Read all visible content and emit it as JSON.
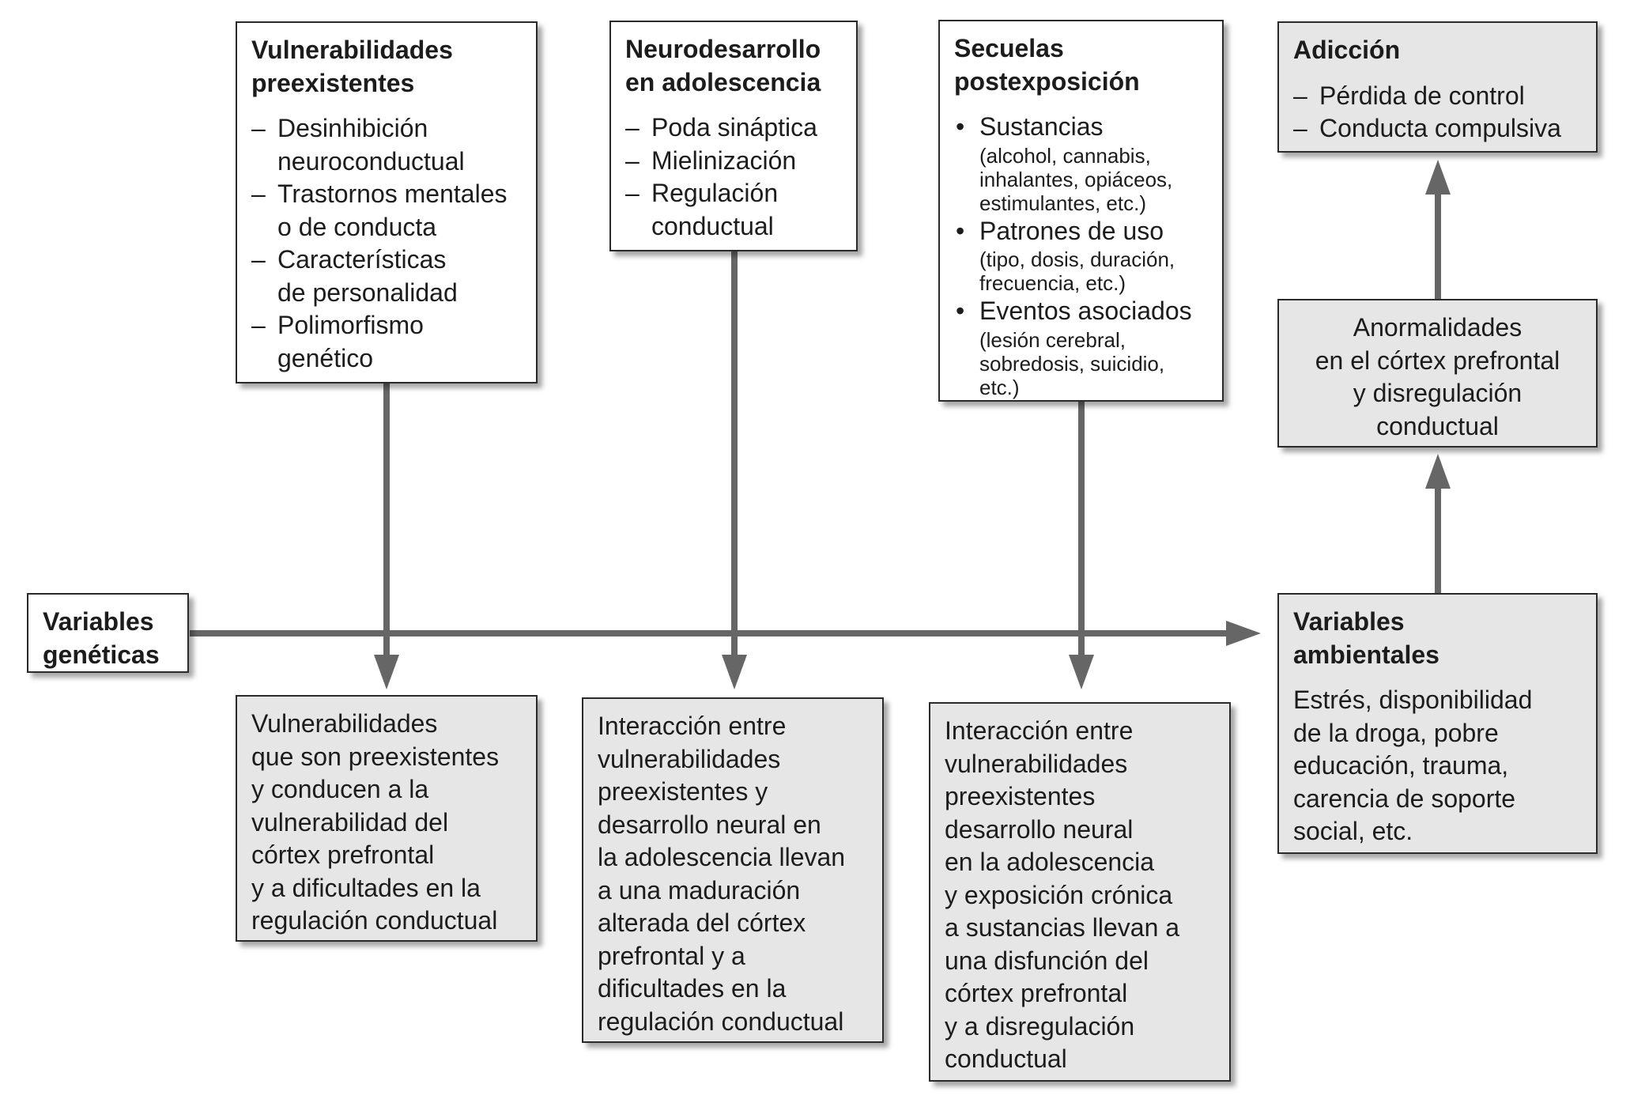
{
  "boxes": {
    "vulnerabilidades": {
      "title": [
        "Vulnerabilidades",
        "preexistentes"
      ],
      "items": [
        [
          "Desinhibición",
          "neuroconductual"
        ],
        [
          "Trastornos mentales",
          "o de conducta"
        ],
        [
          "Características",
          "de personalidad"
        ],
        [
          "Polimorfismo",
          "genético"
        ]
      ]
    },
    "neurodesarrollo": {
      "title": [
        "Neurodesarrollo",
        "en adolescencia"
      ],
      "items": [
        [
          "Poda sináptica"
        ],
        [
          "Mielinización"
        ],
        [
          "Regulación",
          "conductual"
        ]
      ]
    },
    "secuelas": {
      "title": [
        "Secuelas",
        "postexposición"
      ],
      "items": [
        {
          "label": "Sustancias",
          "detail": [
            "(alcohol, cannabis,",
            "inhalantes, opiáceos,",
            "estimulantes, etc.)"
          ]
        },
        {
          "label": "Patrones de uso",
          "detail": [
            "(tipo, dosis, duración,",
            "frecuencia, etc.)"
          ]
        },
        {
          "label": "Eventos asociados",
          "detail": [
            "(lesión cerebral,",
            "sobredosis, suicidio,",
            "etc.)"
          ]
        }
      ]
    },
    "adiccion": {
      "title": "Adicción",
      "items": [
        "Pérdida de control",
        "Conducta compulsiva"
      ]
    },
    "anormalidades": {
      "lines": [
        "Anormalidades",
        "en el córtex prefrontal",
        "y disregulación",
        "conductual"
      ]
    },
    "geneticas": {
      "title": [
        "Variables",
        "genéticas"
      ]
    },
    "ambientales": {
      "title": [
        "Variables",
        "ambientales"
      ],
      "lines": [
        "Estrés, disponibilidad",
        "de la droga, pobre",
        "educación, trauma,",
        "carencia de soporte",
        "social, etc."
      ]
    },
    "resultado1": {
      "lines": [
        "Vulnerabilidades",
        "que son preexistentes",
        "y conducen a la",
        "vulnerabilidad del",
        "córtex prefrontal",
        "y a dificultades en la",
        "regulación conductual"
      ]
    },
    "resultado2": {
      "lines": [
        "Interacción entre",
        "vulnerabilidades",
        "preexistentes y",
        "desarrollo neural en",
        "la adolescencia llevan",
        "a una maduración",
        "alterada del córtex",
        "prefrontal y a",
        "dificultades en la",
        "regulación conductual"
      ]
    },
    "resultado3": {
      "lines": [
        "Interacción entre",
        "vulnerabilidades",
        "preexistentes",
        "desarrollo neural",
        "en la adolescencia",
        "y exposición crónica",
        "a sustancias llevan a",
        "una disfunción del",
        "córtex prefrontal",
        "y a disregulación",
        "conductual"
      ]
    }
  },
  "colors": {
    "arrow": "#666666",
    "box_gray": "#e6e6e6",
    "box_white": "#ffffff",
    "border": "#2a2a2a"
  }
}
